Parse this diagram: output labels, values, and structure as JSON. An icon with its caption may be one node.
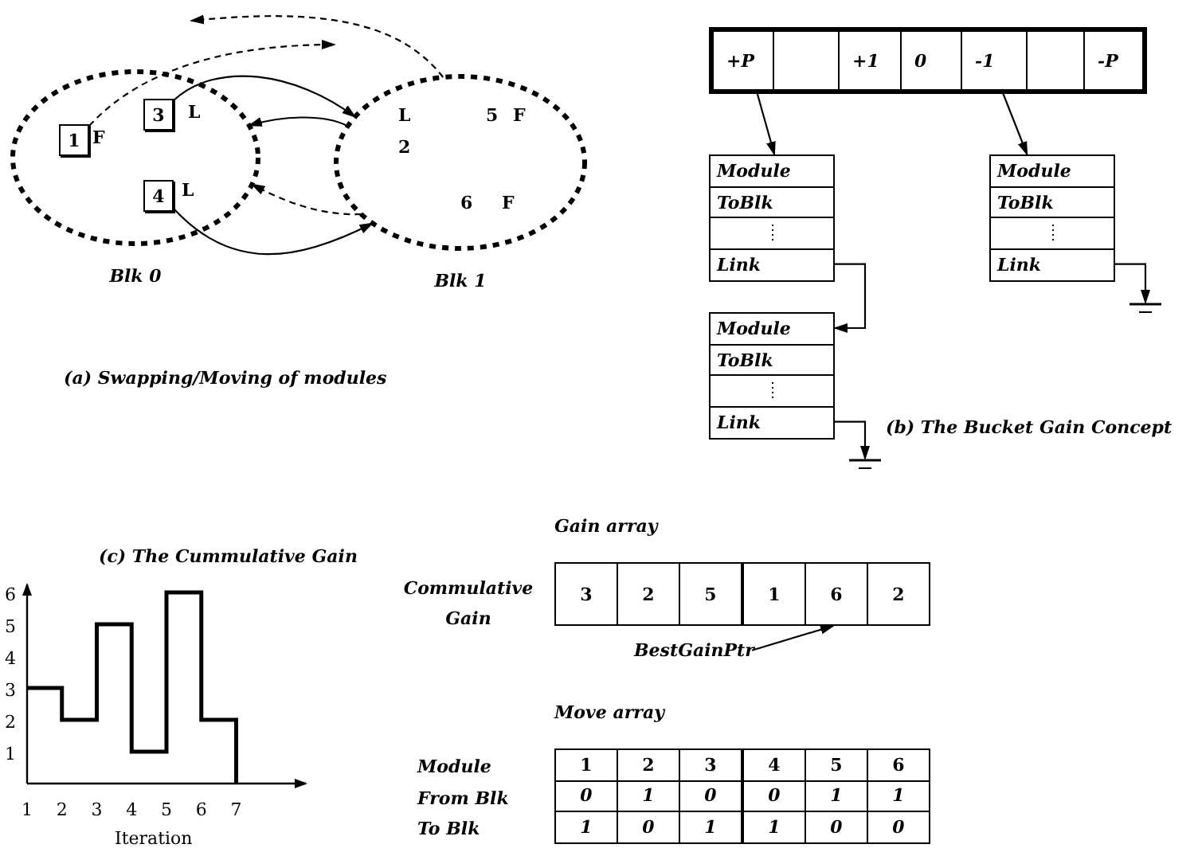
{
  "diagram": {
    "nodes": [
      {
        "text": [
          "Blk 0"
        ]
      },
      {
        "text": [
          "1"
        ],
        "in": 0,
        "beside": [
          "F"
        ]
      },
      {
        "text": [
          "3"
        ],
        "in": 0,
        "beside": [
          "L"
        ]
      },
      {
        "text": [
          "4"
        ],
        "in": 0,
        "beside": [
          "L"
        ]
      },
      {
        "text": [
          "Blk 1"
        ]
      },
      {
        "text": [],
        "shape": "box"
      },
      {
        "text": [
          "+P"
        ],
        "in": 5
      },
      {
        "text": [],
        "shape": "box",
        "in": 5
      },
      {
        "text": [
          "+1"
        ],
        "in": 5
      },
      {
        "text": [
          "0"
        ],
        "in": 5
      },
      {
        "text": [
          "-1"
        ],
        "in": 5
      },
      {
        "text": [],
        "shape": "box",
        "in": 5
      },
      {
        "text": [
          "-P"
        ],
        "in": 5
      },
      {
        "text": [
          "Module",
          "ToBlk",
          "Link"
        ]
      },
      {
        "text": [
          "Module",
          "ToBlk",
          "Link"
        ]
      },
      {
        "text": [
          "Module",
          "ToBlk",
          "Link"
        ]
      },
      {
        "text": [],
        "shape": "ground"
      },
      {
        "text": [],
        "shape": "ground"
      },
      {
        "text": [
          "3"
        ]
      },
      {
        "text": [
          "2"
        ]
      },
      {
        "text": [
          "5"
        ]
      },
      {
        "text": [
          "1"
        ]
      },
      {
        "text": [
          "6"
        ]
      },
      {
        "text": [
          "2"
        ]
      },
      {
        "text": [
          "BestGainPtr"
        ]
      }
    ],
    "edges": [
      {
        "from": 2,
        "to": 4,
        "arrow": "to"
      },
      {
        "from": 4,
        "to": 0,
        "arrow": "to"
      },
      {
        "from": 3,
        "to": 4,
        "arrow": "to"
      },
      {
        "from": 4,
        "to": 0,
        "arrow": "to",
        "style": "dashed"
      },
      {
        "from": 1,
        "to": null,
        "arrow": "to",
        "style": "dashed"
      },
      {
        "from": 4,
        "to": null,
        "arrow": "to",
        "style": "dashed"
      },
      {
        "from": 6,
        "to": 13,
        "arrow": "to"
      },
      {
        "from": 10,
        "to": 14,
        "arrow": "to"
      },
      {
        "from": 13,
        "to": 15,
        "arrow": "to"
      },
      {
        "from": 14,
        "to": 16,
        "arrow": "to"
      },
      {
        "from": 15,
        "to": 17,
        "arrow": "to"
      },
      {
        "from": 24,
        "to": 22,
        "arrow": "to"
      }
    ],
    "labels": [
      "L",
      "5",
      "F",
      "2",
      "6",
      "F",
      "(a) Swapping/Moving of modules",
      "(b) The Bucket Gain Concept",
      "Gain array",
      "Commulative Gain",
      "Move array",
      "Module",
      "1",
      "2",
      "3",
      "4",
      "5",
      "6",
      "From Blk",
      "0",
      "1",
      "0",
      "0",
      "1",
      "1",
      "To Blk",
      "1",
      "0",
      "1",
      "1",
      "0",
      "0"
    ],
    "chart_data": {
      "type": "line",
      "title": "(c) The Cummulative Gain",
      "xlabel": "Iteration",
      "x": [
        1,
        2,
        2,
        3,
        3,
        4,
        4,
        5,
        5,
        6,
        6,
        7,
        7
      ],
      "values": [
        3,
        3,
        2,
        2,
        5,
        5,
        1,
        1,
        6,
        6,
        2,
        2,
        0
      ],
      "xlim": [
        1,
        9
      ],
      "ylim": [
        0,
        6.25
      ],
      "xticks": [
        1,
        2,
        3,
        4,
        5,
        6,
        7
      ],
      "yticks": [
        1,
        2,
        3,
        4,
        5,
        6
      ]
    }
  }
}
